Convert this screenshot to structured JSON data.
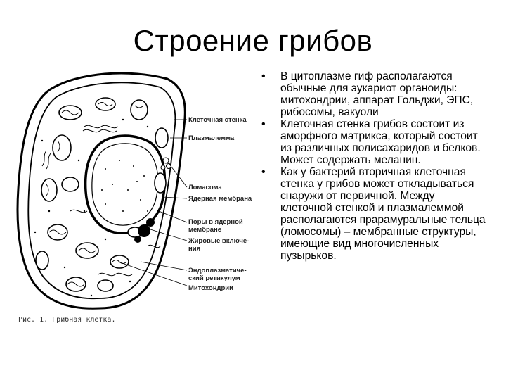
{
  "slide": {
    "title": "Строение грибов"
  },
  "figure": {
    "labels": [
      "Клеточная стенка",
      "Плазмалемма",
      "Ломасома",
      "Ядерная мембрана",
      "Поры в ядерной",
      "мембране",
      "Жировые включе-",
      "ния",
      "Эндоплазматиче-",
      "ский ретикулум",
      "Митохондрии"
    ],
    "caption": "Рис. 1. Грибная клетка."
  },
  "bullets": [
    "В цитоплазме гиф располагаются обычные для эукариот органоиды: митохондрии, аппарат Гольджи, ЭПС, рибосомы, вакуоли",
    "Клеточная стенка грибов состоит из аморфного матрикса, который состоит из различных полисахаридов и белков. Может содержать меланин.",
    "Как у бактерий вторичная клеточная стенка у грибов может откладываться снаружи от первичной. Между клеточной стенкой и плазмалеммой располагаются прарамуральные тельца (ломосомы) – мембранные структуры, имеющие вид многочисленных пузырьков."
  ],
  "icons": {
    "bullet": "bullet-dot-icon"
  }
}
